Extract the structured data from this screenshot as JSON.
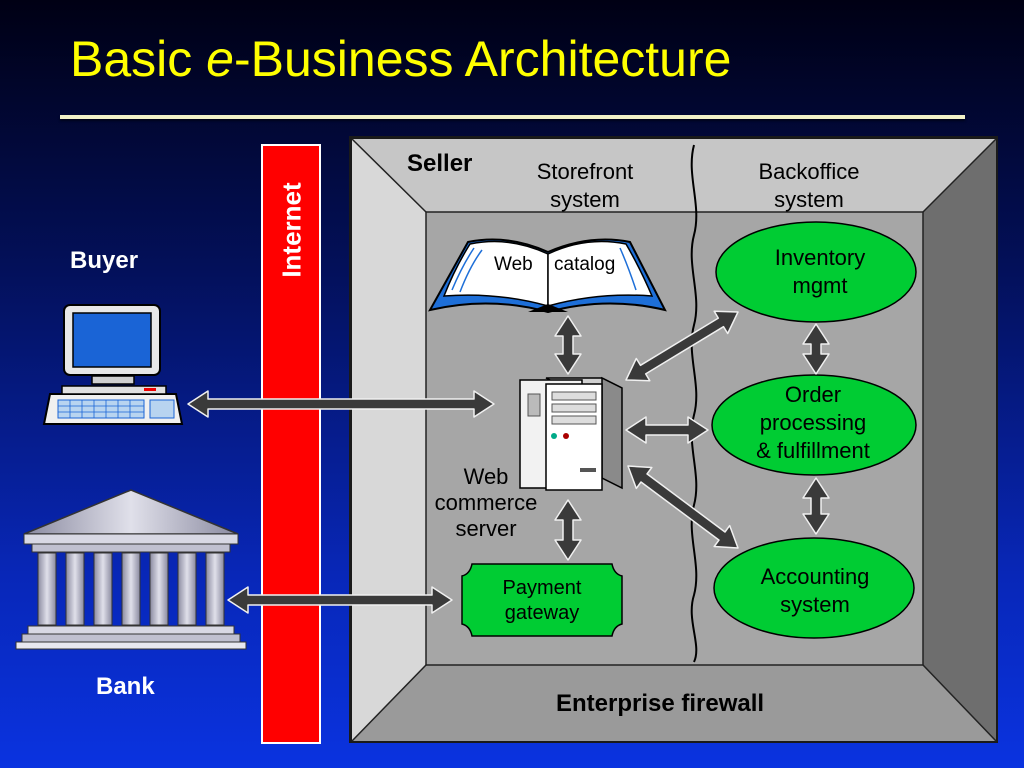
{
  "title": {
    "prefix": "Basic ",
    "emphasis": "e",
    "suffix": "-Business Architecture"
  },
  "labels": {
    "internet": "Internet",
    "buyer": "Buyer",
    "bank": "Bank",
    "seller": "Seller",
    "storefront_line1": "Storefront",
    "storefront_line2": "system",
    "backoffice_line1": "Backoffice",
    "backoffice_line2": "system",
    "web_catalog_word1": "Web",
    "web_catalog_word2": "catalog",
    "web_commerce_line1": "Web",
    "web_commerce_line2": "commerce",
    "web_commerce_line3": "server",
    "inventory_line1": "Inventory",
    "inventory_line2": "mgmt",
    "order_line1": "Order",
    "order_line2": "processing",
    "order_line3": "& fulfillment",
    "accounting_line1": "Accounting",
    "accounting_line2": "system",
    "payment_line1": "Payment",
    "payment_line2": "gateway",
    "firewall": "Enterprise firewall"
  },
  "icons": [
    "computer-icon",
    "bank-icon",
    "book-icon",
    "server-icon"
  ],
  "colors": {
    "title": "#ffff00",
    "internet_bar": "#ff0000",
    "process_green": "#00cc33",
    "frame_gray": "#a6a6a6"
  }
}
